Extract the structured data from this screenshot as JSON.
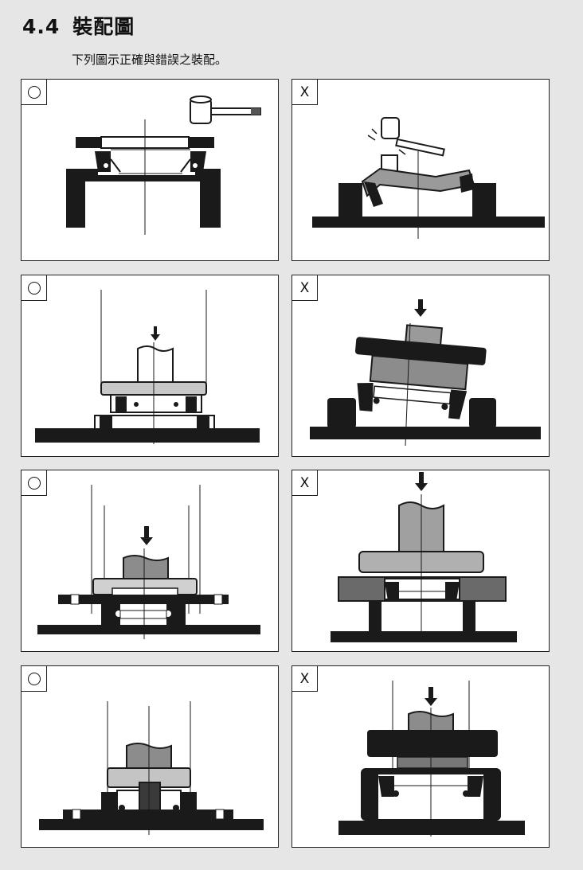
{
  "section": {
    "number": "4.4",
    "title": "裝配圖"
  },
  "intro": "下列圖示正確與錯誤之裝配。",
  "panels": [
    {
      "mark": "○",
      "verdict": "correct"
    },
    {
      "mark": "X",
      "verdict": "wrong"
    },
    {
      "mark": "○",
      "verdict": "correct"
    },
    {
      "mark": "X",
      "verdict": "wrong"
    },
    {
      "mark": "○",
      "verdict": "correct"
    },
    {
      "mark": "X",
      "verdict": "wrong"
    },
    {
      "mark": "○",
      "verdict": "correct"
    },
    {
      "mark": "X",
      "verdict": "wrong"
    }
  ],
  "colors": {
    "ink": "#1a1a1a",
    "metal": "#9a9a9a",
    "light": "#d4d4d4",
    "background": "#e6e6e6"
  }
}
